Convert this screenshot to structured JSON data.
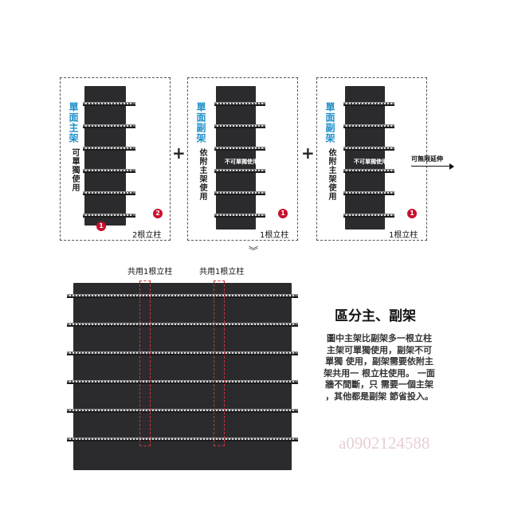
{
  "modules": [
    {
      "title": "單面主架",
      "desc": "可單獨使用",
      "posts": "2根立柱",
      "badges": [
        "1",
        "2"
      ],
      "overlay": ""
    },
    {
      "title": "單面副架",
      "desc": "依附主架使用",
      "posts": "1根立柱",
      "badges": [
        "1"
      ],
      "overlay": "不可單獨使用"
    },
    {
      "title": "單面副架",
      "desc": "依附主架使用",
      "posts": "1根立柱",
      "badges": [
        "1"
      ],
      "overlay": "不可單獨使用"
    }
  ],
  "plus": "+",
  "extend_label": "可無限延伸",
  "chevron": "︾",
  "shared_labels": [
    "共用1根立柱",
    "共用1根立柱"
  ],
  "heading": "區分主、副架",
  "paragraph": [
    "圖中主架比副架多一根立柱",
    "主架可單獨使用，副架不可",
    "單獨 使用，副架需要依附主",
    "架共用一 根立柱使用。 一面",
    "牆不間斷，只 需要一個主架",
    "，其他都是副架 節省投入。"
  ],
  "watermark": "a0902124588"
}
